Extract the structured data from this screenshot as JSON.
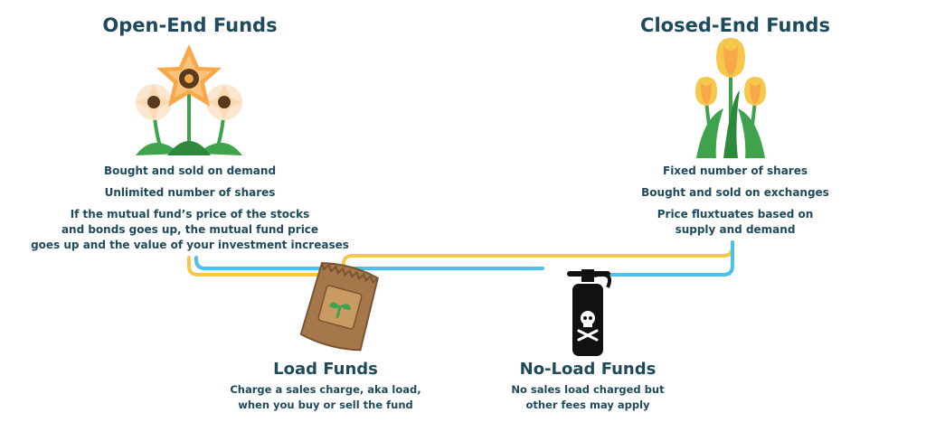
{
  "open_end": {
    "title": "Open-End Funds",
    "lines": [
      "Bought and sold on demand",
      "Unlimited number of shares",
      "If the mutual fund’s price of the stocks",
      "and bonds goes up, the mutual fund price",
      "goes up and the value of your investment increases"
    ]
  },
  "closed_end": {
    "title": "Closed-End Funds",
    "lines": [
      "Fixed number of shares",
      "Bought and sold on exchanges",
      "Price fluxtuates based on",
      "supply and demand"
    ]
  },
  "load": {
    "title": "Load Funds",
    "lines": [
      "Charge a sales charge, aka load,",
      "when you buy or sell the fund"
    ]
  },
  "no_load": {
    "title": "No-Load Funds",
    "lines": [
      "No sales load charged but",
      "other fees may apply"
    ]
  },
  "colors": {
    "text": "#1f4a5c",
    "connector_yellow": "#f5c84c",
    "connector_blue": "#4cc1ea",
    "flower_orange": "#f7a949",
    "flower_pale": "#fbe6cf",
    "leaf_green": "#3fa34d",
    "bag_brown": "#a5774a",
    "extinguisher": "#111111"
  },
  "icons": [
    "daisy-flowers-icon",
    "tulips-icon",
    "seed-bag-icon",
    "poison-extinguisher-icon"
  ]
}
